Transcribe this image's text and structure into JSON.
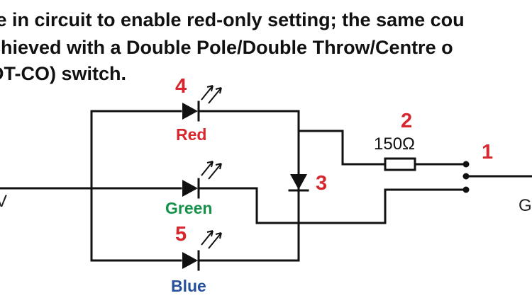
{
  "caption": {
    "line1": "le in circuit to enable red-only setting; the same cou",
    "line2": "chieved with a Double Pole/Double Throw/Centre o",
    "line3": "DT-CO) switch."
  },
  "callouts": {
    "n1": "1",
    "n2": "2",
    "n3": "3",
    "n4": "4",
    "n5": "5"
  },
  "components": {
    "led_red": "Red",
    "led_green": "Green",
    "led_blue": "Blue",
    "resistor": "150Ω"
  },
  "edge_labels": {
    "left": "V",
    "right": "G"
  },
  "colors": {
    "callout": "#d7262e",
    "red": "#d7262e",
    "green": "#16914a",
    "blue": "#264f9c"
  }
}
